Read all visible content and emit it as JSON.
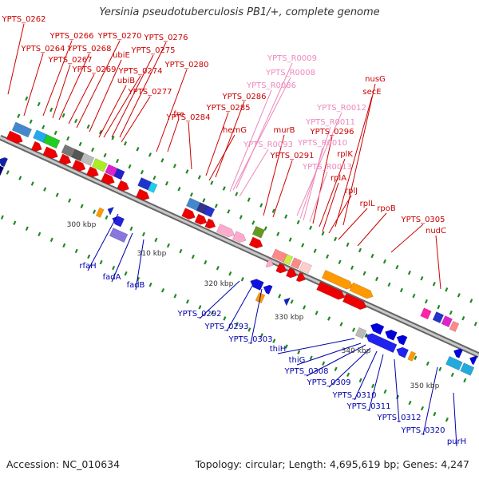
{
  "title": "Yersinia pseudotuberculosis PB1/+, complete genome",
  "footer": {
    "accession": "Accession: NC_010634",
    "summary": "Topology: circular; Length: 4,695,619 bp; Genes: 4,247"
  },
  "colors": {
    "forward_label": "#cc0000",
    "reverse_label": "#0000aa",
    "rna_label": "#ee88bb",
    "backbone": "#999999",
    "tick": "#228822"
  },
  "scale_ticks": [
    "300 kbp",
    "310 kbp",
    "320 kbp",
    "330 kbp",
    "340 kbp",
    "350 kbp"
  ],
  "forward_labels": [
    "YPTS_0262",
    "YPTS_0264",
    "YPTS_0266",
    "YPTS_0267",
    "YPTS_0268",
    "YPTS_0269",
    "YPTS_0270",
    "ubiE",
    "YPTS_0274",
    "YPTS_0275",
    "YPTS_0276",
    "ubiB",
    "YPTS_0277",
    "YPTS_0280",
    "fre",
    "YPTS_0284",
    "YPTS_0285",
    "YPTS_0286",
    "hemG",
    "murB",
    "YPTS_0291",
    "YPTS_0296",
    "rplK",
    "rplA",
    "rplJ",
    "rplL",
    "rpoB",
    "YPTS_0305",
    "nudC",
    "nusG",
    "secE"
  ],
  "rna_labels": [
    "YPTS_R0009",
    "YPTS_R0008",
    "YPTS_R0086",
    "YPTS_R0093",
    "YPTS_R0012",
    "YPTS_R0011",
    "YPTS_R0010",
    "YPTS_R0013"
  ],
  "reverse_labels": [
    "rfaH",
    "fadA",
    "fadB",
    "YPTS_0292",
    "YPTS_0293",
    "YPTS_0303",
    "thiH",
    "thiG",
    "YPTS_0308",
    "YPTS_0309",
    "YPTS_0310",
    "YPTS_0311",
    "YPTS_0312",
    "YPTS_0320",
    "purH"
  ]
}
